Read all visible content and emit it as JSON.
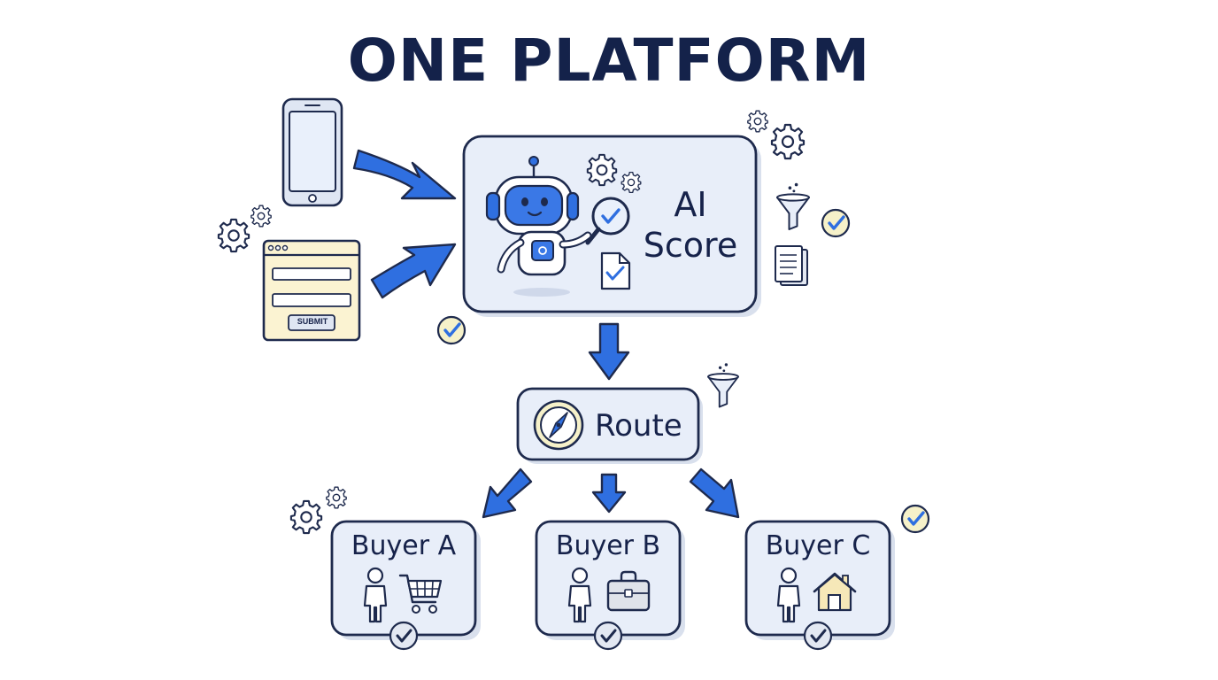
{
  "diagram": {
    "title": "ONE PLATFORM",
    "sources": {
      "form_button_label": "SUBMIT"
    },
    "scoring": {
      "label_line1": "AI",
      "label_line2": "Score"
    },
    "routing": {
      "label": "Route"
    },
    "buyers": [
      {
        "label": "Buyer A",
        "icon": "shopping-cart-icon"
      },
      {
        "label": "Buyer B",
        "icon": "briefcase-icon"
      },
      {
        "label": "Buyer C",
        "icon": "house-icon"
      }
    ],
    "colors": {
      "accent_blue": "#2f6fe0",
      "box_fill": "#e8eef9",
      "outline": "#1e2a4d",
      "check_fill": "#f6f1c9",
      "form_fill": "#fbf3d2"
    }
  }
}
